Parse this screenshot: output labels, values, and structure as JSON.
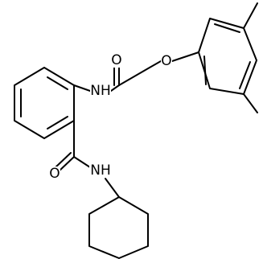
{
  "molecule": {
    "atom_labels": {
      "oxygen_amide_top": "O",
      "oxygen_ether": "O",
      "nitrogen_nh_top": "NH",
      "oxygen_amide_bottom": "O",
      "nitrogen_nh_bottom": "NH"
    }
  }
}
